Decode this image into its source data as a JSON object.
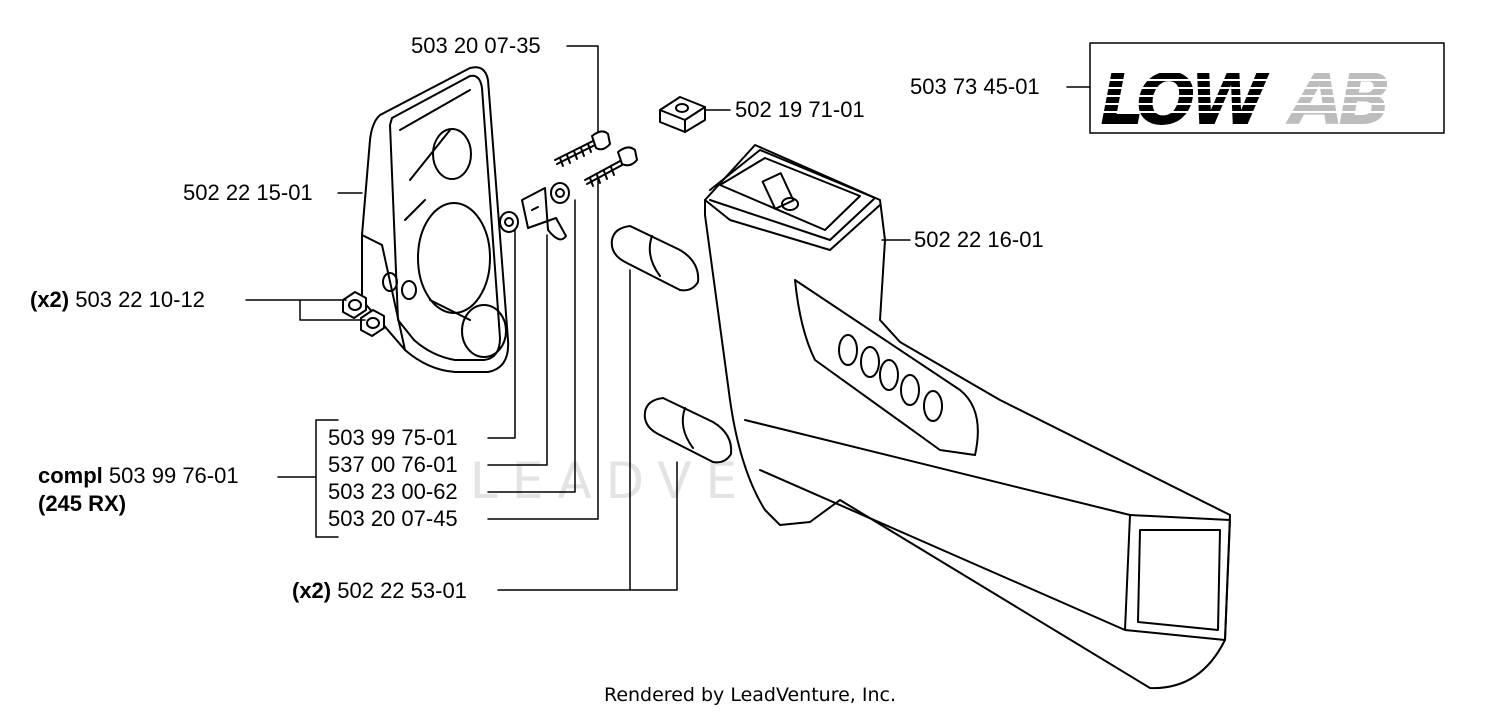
{
  "labels": {
    "p1": "503 20 07-35",
    "p2": "502 19 71-01",
    "p3": "503 73 45-01",
    "p4": "502 22 15-01",
    "p5": "502 22 16-01",
    "p6_qty": "(x2)",
    "p6": "503 22 10-12",
    "kit_items": [
      "503 99 75-01",
      "537 00 76-01",
      "503 23 00-62",
      "503 20 07-45"
    ],
    "compl_word": "compl",
    "compl_number": "503 99 76-01",
    "compl_model": "(245 RX)",
    "p7_qty": "(x2)",
    "p7": "502 22 53-01"
  },
  "logo_text": "LOWAB",
  "watermark": "LEADVENTURE",
  "footer": "Rendered by LeadVenture, Inc."
}
